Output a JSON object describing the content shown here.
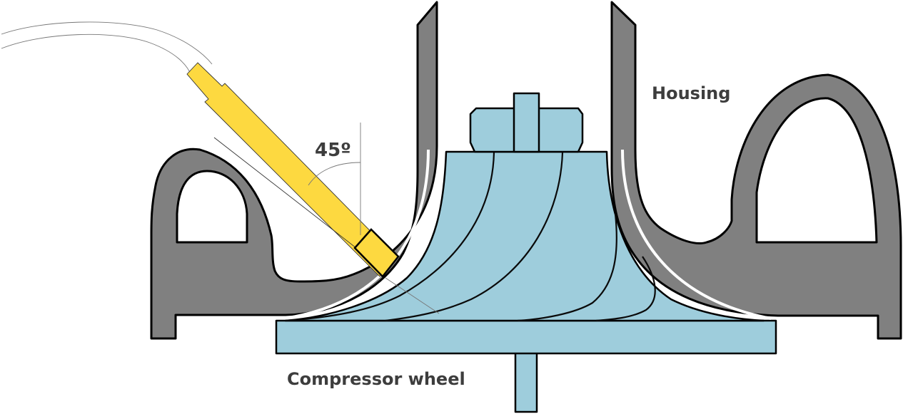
{
  "diagram": {
    "labels": {
      "housing": "Housing",
      "compressor_wheel": "Compressor wheel",
      "angle": "45º"
    },
    "probe_angle_deg": 45,
    "colors": {
      "housing": "#808080",
      "wheel": "#9ecddc",
      "probe": "#fdd940",
      "text": "#3d3d3d",
      "outline": "#000000"
    }
  }
}
